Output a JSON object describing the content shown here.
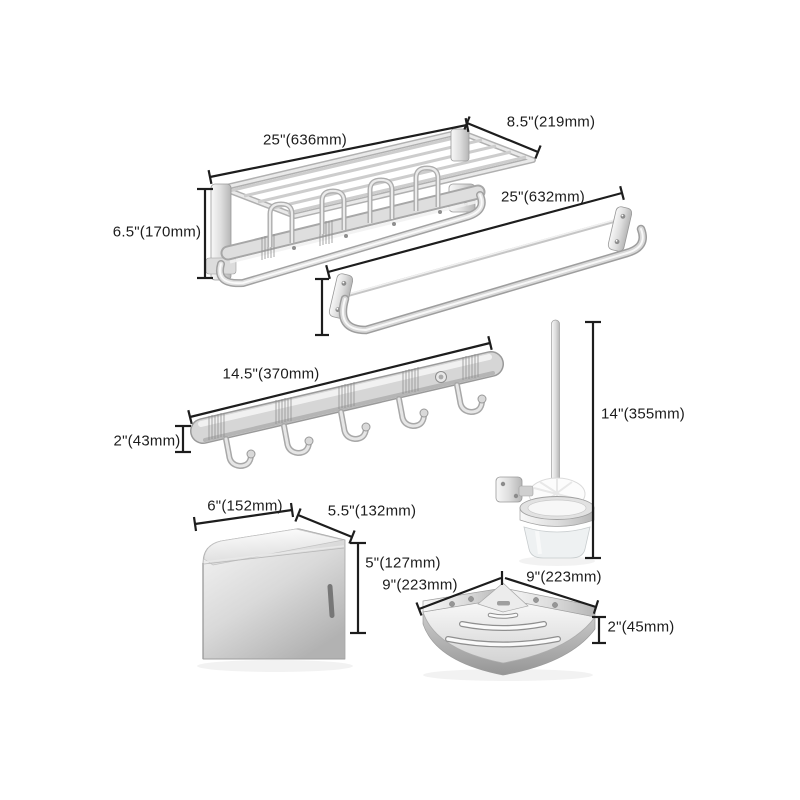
{
  "diagram": {
    "background": "#ffffff",
    "line_color": "#1d1d1d",
    "metal_color": "#d6d6d6",
    "products": [
      {
        "key": "folding-towel-rack",
        "name": "folding towel rack with shelf"
      },
      {
        "key": "towel-bar",
        "name": "single towel bar"
      },
      {
        "key": "hook-rail",
        "name": "five hook robe rail"
      },
      {
        "key": "paper-holder",
        "name": "toilet paper holder box"
      },
      {
        "key": "toilet-brush",
        "name": "toilet brush with wall holder"
      },
      {
        "key": "corner-basket",
        "name": "corner basket shelf"
      }
    ],
    "labels": {
      "rack_width": "25\"(636mm)",
      "rack_depth": "8.5\"(219mm)",
      "rack_height": "6.5\"(170mm)",
      "towel_bar_width": "25\"(632mm)",
      "hook_rail_width": "14.5\"(370mm)",
      "hook_rail_height": "2\"(43mm)",
      "brush_height": "14\"(355mm)",
      "paper_holder_width": "6\"(152mm)",
      "paper_holder_depth": "5.5\"(132mm)",
      "paper_holder_height": "5\"(127mm)",
      "corner_basket_side_left": "9\"(223mm)",
      "corner_basket_side_top": "9\"(223mm)",
      "corner_basket_height": "2\"(45mm)"
    }
  }
}
